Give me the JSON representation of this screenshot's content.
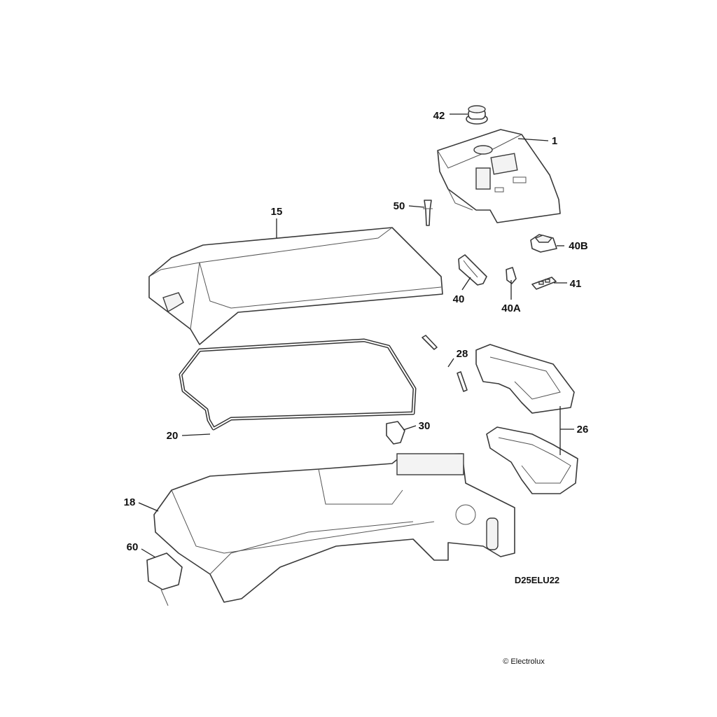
{
  "diagram": {
    "callouts": {
      "p42": "42",
      "p1": "1",
      "p50": "50",
      "p15": "15",
      "p40b": "40B",
      "p40": "40",
      "p40a": "40A",
      "p41": "41",
      "p28": "28",
      "p26": "26",
      "p20": "20",
      "p30": "30",
      "p18": "18",
      "p60": "60"
    },
    "drawing_code": "D25ELU22",
    "copyright": "© Electrolux"
  }
}
